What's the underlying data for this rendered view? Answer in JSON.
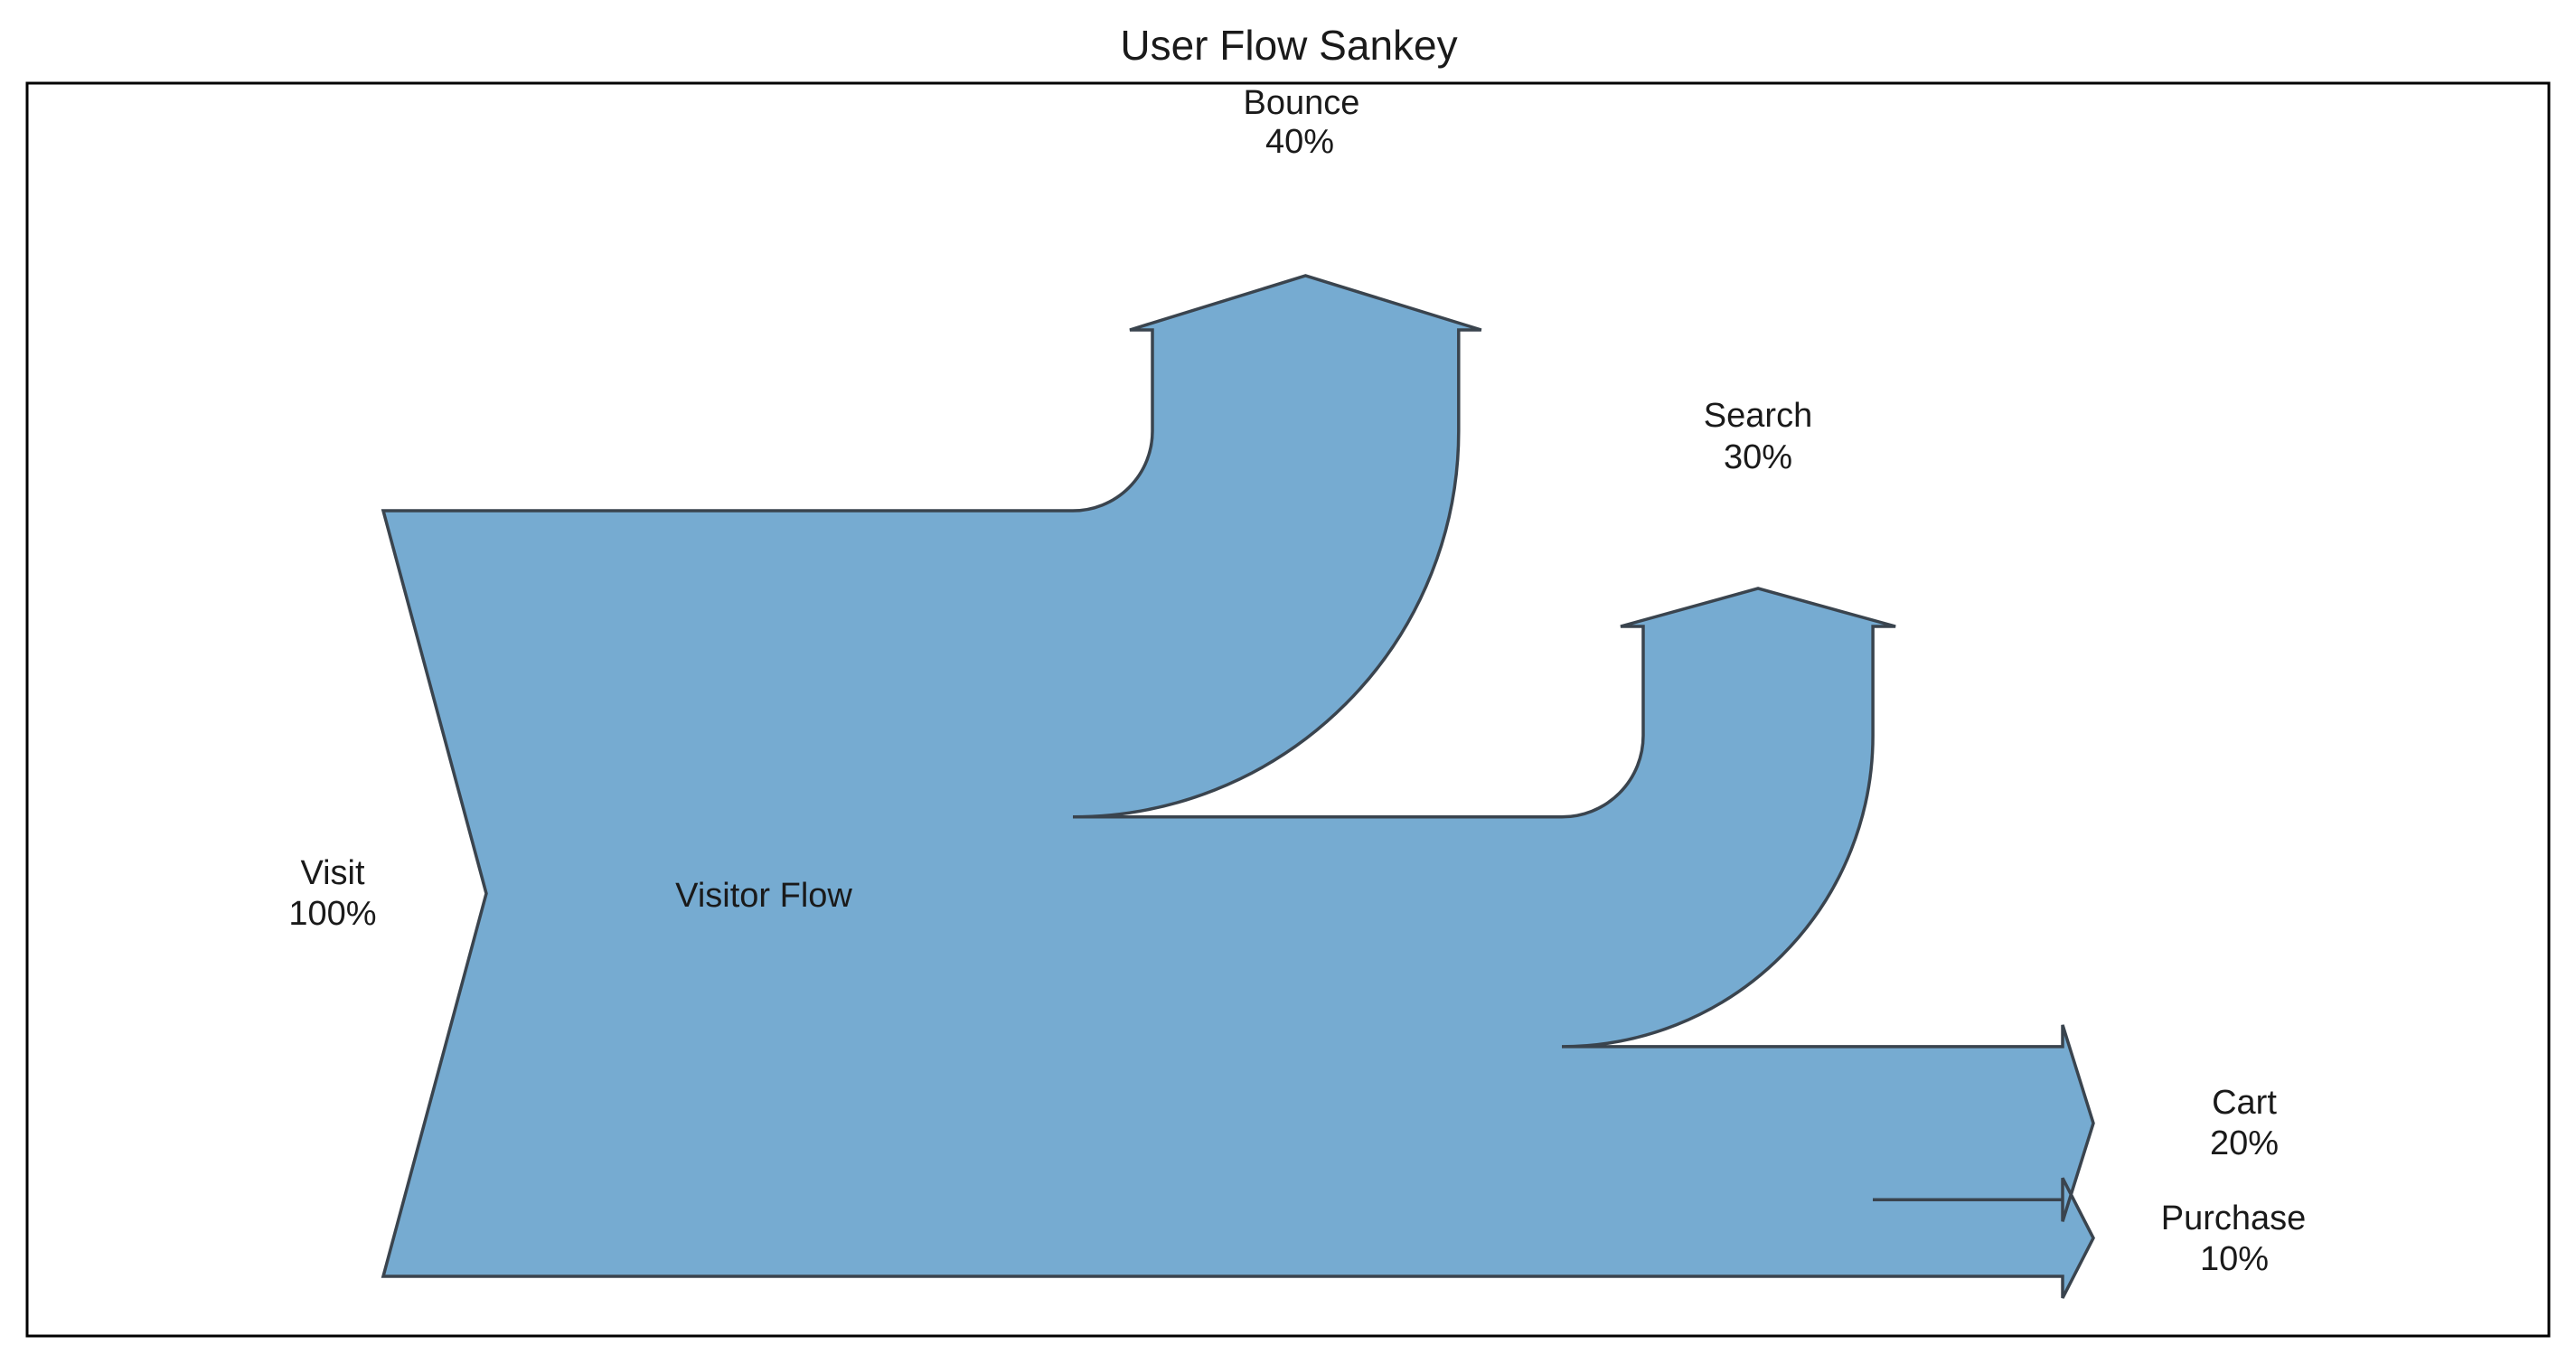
{
  "title": "User Flow Sankey",
  "chart_data": {
    "type": "sankey",
    "title": "User Flow Sankey",
    "unit": "%",
    "trunk_label": "Visitor Flow",
    "flows": [
      {
        "label": "Visit",
        "value": 100,
        "value_label": "100%",
        "direction": "in",
        "orientation": "right"
      },
      {
        "label": "Bounce",
        "value": 40,
        "value_label": "40%",
        "direction": "out",
        "orientation": "up"
      },
      {
        "label": "Search",
        "value": 30,
        "value_label": "30%",
        "direction": "out",
        "orientation": "up"
      },
      {
        "label": "Cart",
        "value": 20,
        "value_label": "20%",
        "direction": "out",
        "orientation": "right"
      },
      {
        "label": "Purchase",
        "value": 10,
        "value_label": "10%",
        "direction": "out",
        "orientation": "right"
      }
    ],
    "colors": {
      "flow_fill": "#76ABD1",
      "flow_edge": "#3A444E",
      "frame": "#000000",
      "background": "#FFFFFF",
      "text": "#1A1A1A"
    },
    "layout_hints": {
      "frame": "on",
      "grid": "off",
      "legend": "none",
      "label_position": "at arrow ends"
    }
  }
}
